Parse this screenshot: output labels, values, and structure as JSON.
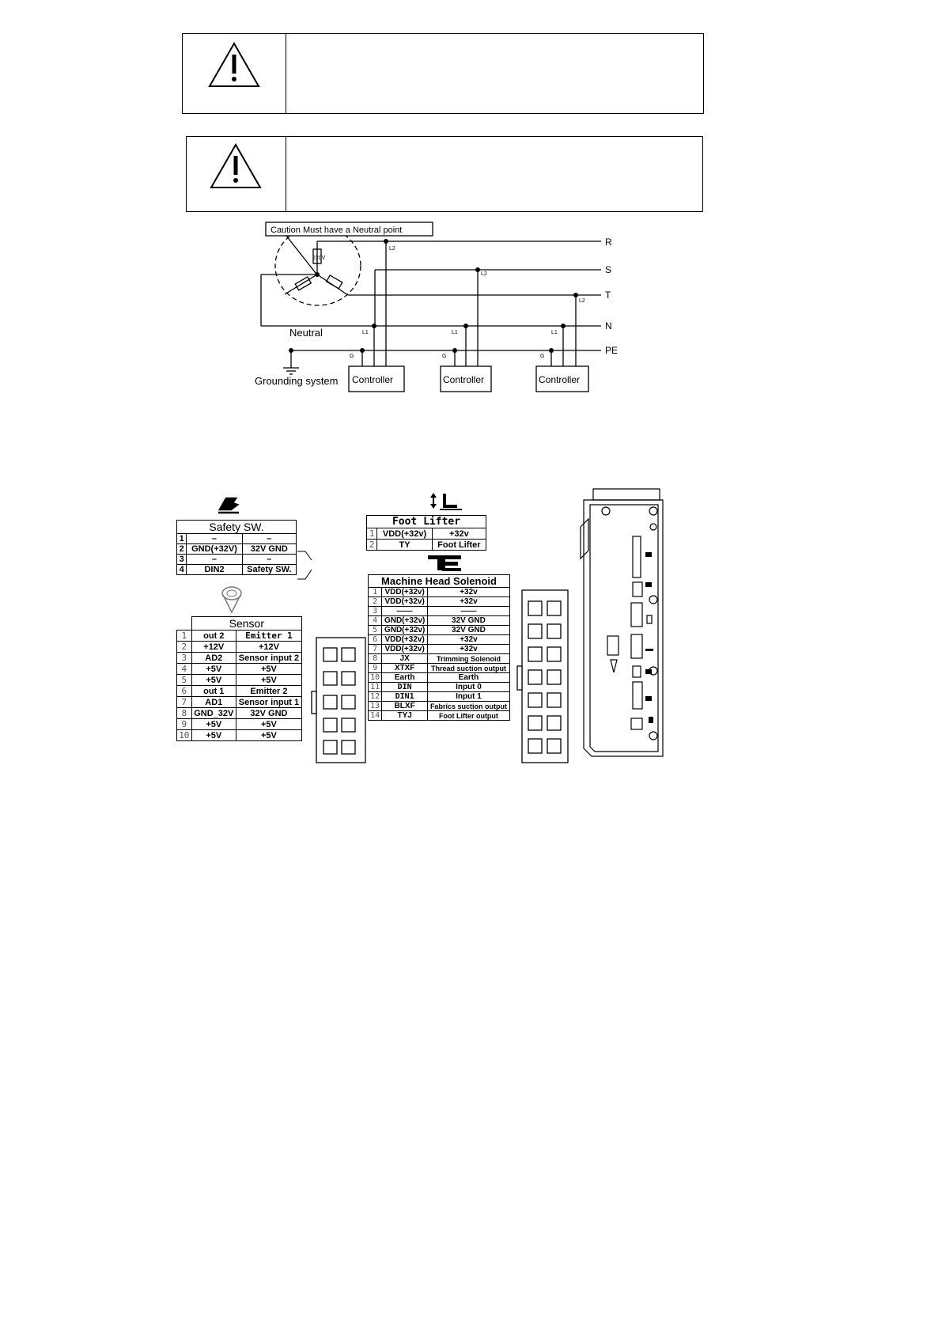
{
  "warnings": [
    {
      "icon": "warning-triangle-icon"
    },
    {
      "icon": "warning-triangle-icon"
    }
  ],
  "wiring": {
    "caution": "Caution Must have a Neutral point",
    "voltage": "220V",
    "phases": [
      "R",
      "S",
      "T",
      "N",
      "PE"
    ],
    "neutral": "Neutral",
    "grounding": "Grounding system",
    "controller": "Controller",
    "l1": "L1",
    "l2": "L2",
    "g": "G"
  },
  "safety_sw": {
    "title": "Safety SW.",
    "rows": [
      [
        "1",
        "–",
        "–"
      ],
      [
        "2",
        "GND(+32V)",
        "32V GND"
      ],
      [
        "3",
        "–",
        "–"
      ],
      [
        "4",
        "DIN2",
        "Safety SW."
      ]
    ]
  },
  "sensor": {
    "title": "Sensor",
    "rows": [
      [
        "1",
        "out 2",
        "Emitter 1"
      ],
      [
        "2",
        "+12V",
        "+12V"
      ],
      [
        "3",
        "AD2",
        "Sensor input 2"
      ],
      [
        "4",
        "+5V",
        "+5V"
      ],
      [
        "5",
        "+5V",
        "+5V"
      ],
      [
        "6",
        "out 1",
        "Emitter 2"
      ],
      [
        "7",
        "AD1",
        "Sensor input 1"
      ],
      [
        "8",
        "GND_32V",
        "32V GND"
      ],
      [
        "9",
        "+5V",
        "+5V"
      ],
      [
        "10",
        "+5V",
        "+5V"
      ]
    ]
  },
  "foot_lifter": {
    "title": "Foot Lifter",
    "rows": [
      [
        "1",
        "VDD(+32v)",
        "+32v"
      ],
      [
        "2",
        "TY",
        "Foot Lifter"
      ]
    ]
  },
  "machine_head": {
    "title": "Machine Head Solenoid",
    "rows": [
      [
        "1",
        "VDD(+32v)",
        "+32v"
      ],
      [
        "2",
        "VDD(+32v)",
        "+32v"
      ],
      [
        "3",
        "——",
        "——"
      ],
      [
        "4",
        "GND(+32v)",
        "32V GND"
      ],
      [
        "5",
        "GND(+32v)",
        "32V GND"
      ],
      [
        "6",
        "VDD(+32v)",
        "+32v"
      ],
      [
        "7",
        "VDD(+32v)",
        "+32v"
      ],
      [
        "8",
        "JX",
        "Trimming Solenoid"
      ],
      [
        "9",
        "XTXF",
        "Thread suction output"
      ],
      [
        "10",
        "Earth",
        "Earth"
      ],
      [
        "11",
        "DIN",
        "Input 0"
      ],
      [
        "12",
        "DIN1",
        "Input 1"
      ],
      [
        "13",
        "BLXF",
        "Fabrics suction output"
      ],
      [
        "14",
        "TYJ",
        "Foot Lifter output"
      ]
    ]
  }
}
